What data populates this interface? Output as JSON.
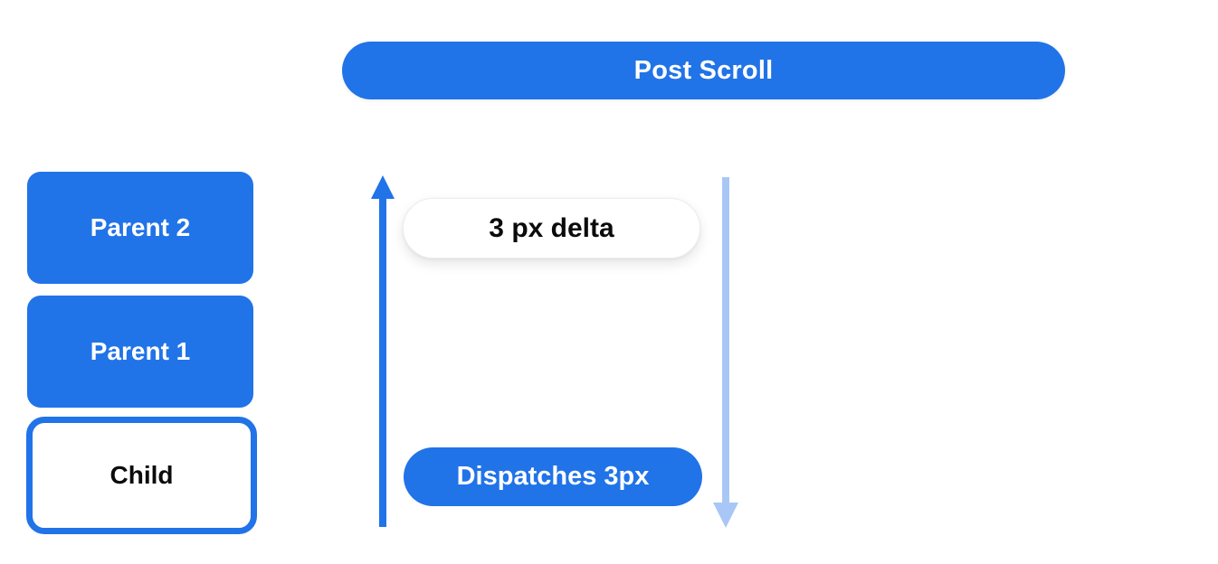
{
  "banner": {
    "label": "Post Scroll"
  },
  "boxes": [
    {
      "label": "Parent 2",
      "variant": "filled"
    },
    {
      "label": "Parent 1",
      "variant": "filled"
    },
    {
      "label": "Child",
      "variant": "outlined"
    }
  ],
  "annotations": {
    "delta_label": "3 px delta",
    "dispatch_label": "Dispatches 3px"
  },
  "icons": {
    "up_arrow": "arrow-up",
    "down_arrow": "arrow-down"
  },
  "colors": {
    "primary_blue": "#2173E8",
    "light_blue": "#A9C7F6",
    "pill_border": "#EDEDED",
    "text_black": "#0B0B0B",
    "background": "#FFFFFF"
  }
}
